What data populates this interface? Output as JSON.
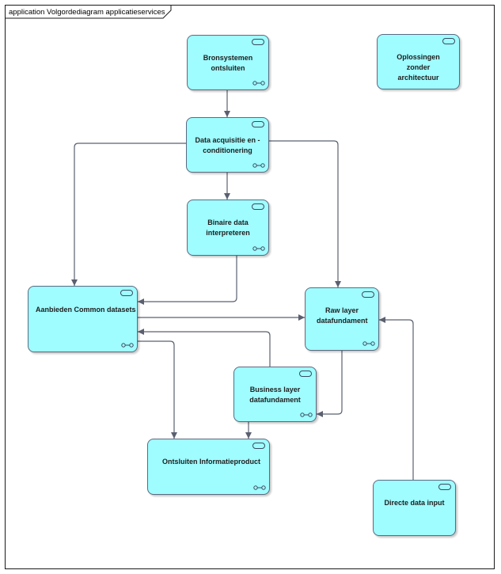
{
  "diagram": {
    "title": "application Volgordediagram applicatieservices"
  },
  "nodes": {
    "bronsystemen": "Bronsystemen ontsluiten",
    "oplossingen": "Oplossingen zonder architectuur",
    "data_acquisitie": "Data acquisitie en -conditionering",
    "binaire_data": "Binaire data interpreteren",
    "aanbieden": "Aanbieden Common datasets",
    "raw_layer": "Raw layer datafundament",
    "business_layer": "Business layer datafundament",
    "ontsluiten": "Ontsluiten Informatieproduct",
    "directe": "Directe data input"
  },
  "colors": {
    "node_fill": "#9ffcff",
    "node_border": "#5a6a80",
    "connector": "#5a6070"
  },
  "icons": {
    "component": "component-icon",
    "interface": "interface-icon"
  },
  "connectors": [
    {
      "from": "Bronsystemen ontsluiten",
      "to": "Data acquisitie en -conditionering"
    },
    {
      "from": "Data acquisitie en -conditionering",
      "to": "Binaire data interpreteren"
    },
    {
      "from": "Data acquisitie en -conditionering",
      "to": "Aanbieden Common datasets"
    },
    {
      "from": "Data acquisitie en -conditionering",
      "to": "Raw layer datafundament"
    },
    {
      "from": "Binaire data interpreteren",
      "to": "Aanbieden Common datasets"
    },
    {
      "from": "Aanbieden Common datasets",
      "to": "Raw layer datafundament"
    },
    {
      "from": "Business layer datafundament",
      "to": "Aanbieden Common datasets"
    },
    {
      "from": "Aanbieden Common datasets",
      "to": "Ontsluiten Informatieproduct"
    },
    {
      "from": "Raw layer datafundament",
      "to": "Business layer datafundament"
    },
    {
      "from": "Business layer datafundament",
      "to": "Ontsluiten Informatieproduct"
    },
    {
      "from": "Directe data input",
      "to": "Raw layer datafundament"
    }
  ]
}
